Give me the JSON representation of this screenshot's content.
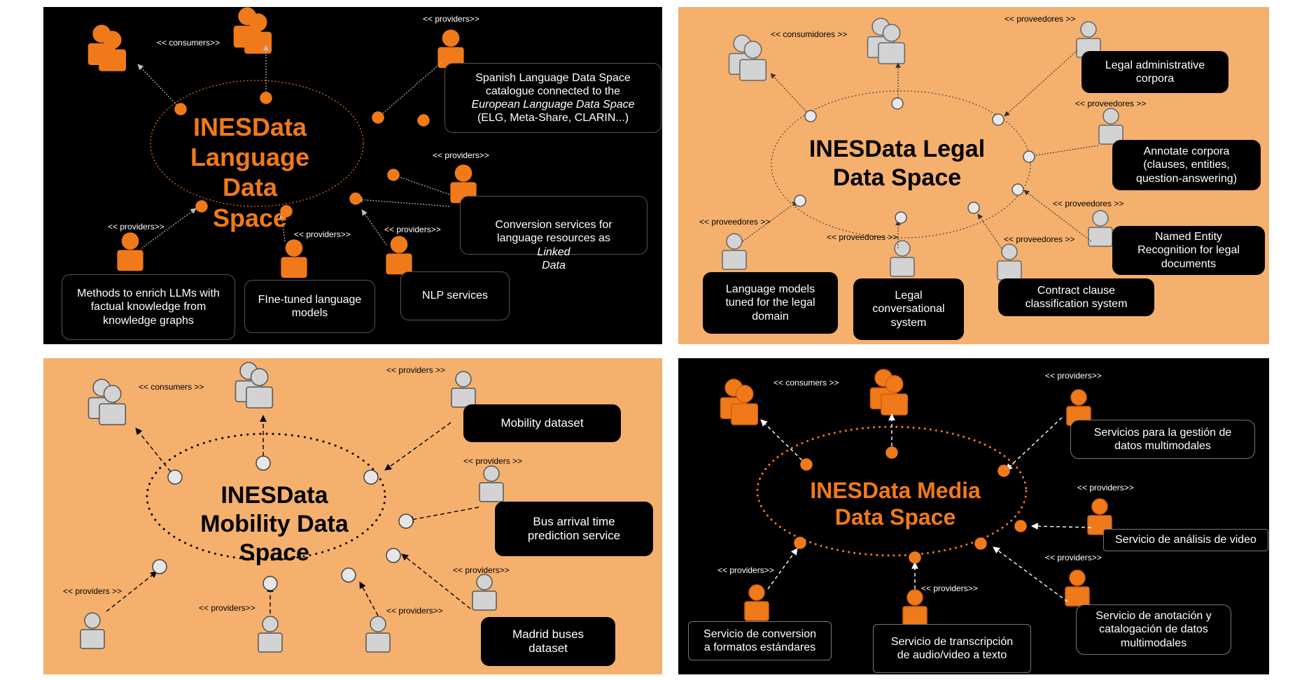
{
  "colors": {
    "orange": "#f07a1a",
    "peach": "#f5b06e",
    "grey": "#d3d3d3",
    "black": "#000000"
  },
  "panel1": {
    "title": "INESData\nLanguage Data\nSpace",
    "consumers_label": "<< consumers>>",
    "providers_label": "<< providers>>",
    "boxes": {
      "catalogue": "Spanish Language Data Space\ncatalogue connected to the",
      "catalogue_italic": "European Language Data Space",
      "catalogue_end": "(ELG, Meta-Share, CLARIN...)",
      "conversion_a": "Conversion services for\nlanguage resources  as",
      "conversion_italic": "Linked\nData",
      "methods": "Methods to enrich LLMs with\nfactual knowledge from\nknowledge graphs",
      "finetuned": "FIne-tuned language\nmodels",
      "nlp": "NLP services"
    }
  },
  "panel2": {
    "title": "INESData Legal\nData Space",
    "consumidores_label": "<< consumidores >>",
    "proveedores_label": "<< proveedores >>",
    "boxes": {
      "legal_corpora": "Legal administrative\ncorpora",
      "annotate": "Annotate corpora\n(clauses, entities,\nquestion-answering)",
      "ner": "Named Entity\nRecognition for legal\ndocuments",
      "lm_legal": "Language models\ntuned for the legal\ndomain",
      "conversational": "Legal\nconversational\nsystem",
      "contract": "Contract clause\nclassification system"
    }
  },
  "panel3": {
    "title": "INESData\nMobility Data\nSpace",
    "consumers_label": "<< consumers >>",
    "providers_label": "<< providers >>",
    "providers_label_b": "<< providers>>",
    "boxes": {
      "mobility": "Mobility dataset",
      "bus": "Bus arrival time\nprediction service",
      "madrid": "Madrid buses\ndataset"
    }
  },
  "panel4": {
    "title": "INESData Media\nData Space",
    "consumers_label": "<< consumers >>",
    "providers_label": "<< providers>>",
    "boxes": {
      "gestion": "Servicios para la gestión de\ndatos multimodales",
      "video": "Servicio de análisis de video",
      "anotacion": "Servicio de anotación y\ncatalogación de datos\nmultimodales",
      "conversion": "Servicio de conversion\na formatos estándares",
      "transcripcion": "Servicio de transcripción\nde audio/video a texto"
    }
  }
}
